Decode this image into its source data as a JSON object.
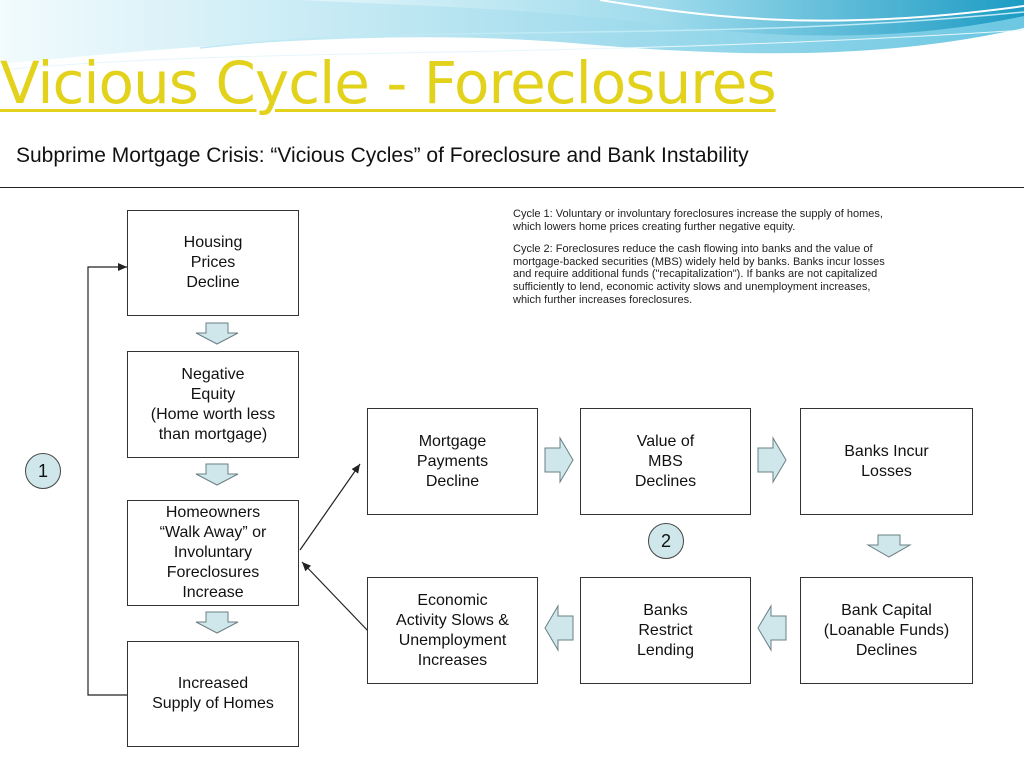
{
  "slide": {
    "title": "Vicious Cycle - Foreclosures",
    "subtitle": "Subprime Mortgage Crisis:  “Vicious Cycles” of Foreclosure and Bank Instability"
  },
  "legend": {
    "cycle1": "Cycle 1: Voluntary or involuntary foreclosures increase the supply of homes,\nwhich lowers home prices creating further negative equity.",
    "cycle2": "Cycle 2: Foreclosures reduce the cash flowing into banks and the value of\nmortgage-backed securities (MBS) widely held by banks.  Banks incur losses\nand require additional funds (\"recapitalization\").  If banks are not capitalized\nsufficiently to lend, economic activity slows and unemployment increases,\nwhich further increases foreclosures."
  },
  "cycle_labels": {
    "one": "1",
    "two": "2"
  },
  "nodes": {
    "housing_prices": "Housing\nPrices\nDecline",
    "negative_equity": "Negative\nEquity\n(Home worth less\nthan mortgage)",
    "walk_away": "Homeowners\n“Walk Away” or\nInvoluntary\nForeclosures\nIncrease",
    "increased_supply": "Increased\nSupply of Homes",
    "mortgage_payments": "Mortgage\nPayments\nDecline",
    "value_mbs": "Value of\nMBS\nDeclines",
    "banks_losses": "Banks Incur\nLosses",
    "bank_capital": "Bank Capital\n(Loanable Funds)\nDeclines",
    "banks_restrict": "Banks\nRestrict\nLending",
    "economic_activity": "Economic\nActivity Slows &\nUnemployment\nIncreases"
  },
  "colors": {
    "title": "#e3d21b",
    "block_arrow_fill": "#cfe7ea",
    "block_arrow_stroke": "#6a7f86",
    "box_border": "#333333",
    "banner_light": "#d8f1f8",
    "banner_dark": "#1d9cc4"
  }
}
